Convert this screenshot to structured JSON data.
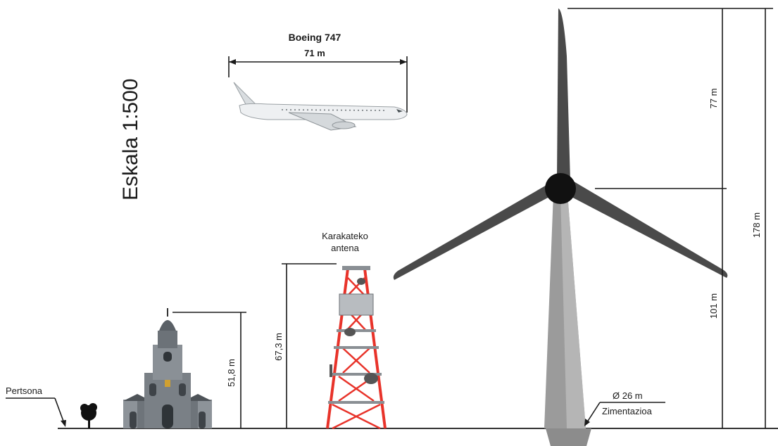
{
  "scale_label": "Eskala 1:500",
  "airplane": {
    "name": "Boeing 747",
    "length": "71 m"
  },
  "antenna": {
    "name_line1": "Karakateko",
    "name_line2": "antena",
    "height": "67,3 m"
  },
  "church": {
    "height": "51,8 m"
  },
  "person": {
    "label": "Pertsona"
  },
  "turbine": {
    "blade_length": "77 m",
    "hub_height": "101 m",
    "total_height": "178 m",
    "foundation_diameter": "Ø 26 m",
    "foundation_label": "Zimentazioa"
  },
  "colors": {
    "tower": "#9b9b9b",
    "blade": "#4a4a4a",
    "antenna_red": "#e8332a",
    "ground": "#333333"
  }
}
